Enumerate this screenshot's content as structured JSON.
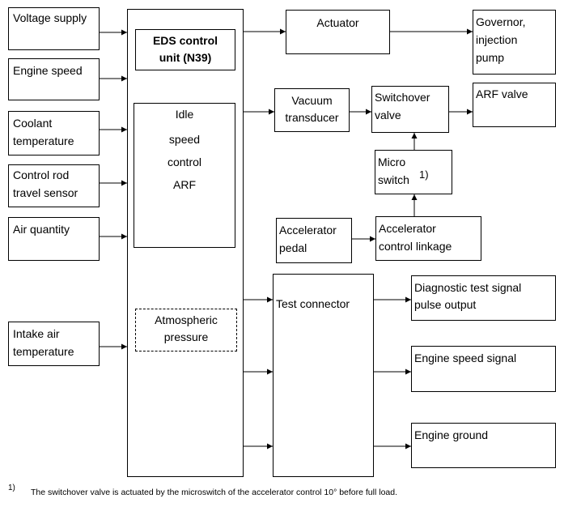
{
  "inputs": {
    "voltage_supply": "Voltage supply",
    "engine_speed": "Engine speed",
    "coolant_l1": "Coolant",
    "coolant_l2": "temperature",
    "control_rod_l1": "Control rod",
    "control_rod_l2": "travel sensor",
    "air_quantity": "Air quantity",
    "intake_air_l1": "Intake air",
    "intake_air_l2": "temperature"
  },
  "control_unit": {
    "title_l1": "EDS control",
    "title_l2": "unit (N39)",
    "idle_l1": "Idle",
    "idle_l2": "speed",
    "idle_l3": "control",
    "idle_l4": "ARF",
    "atmo_l1": "Atmospheric",
    "atmo_l2": "pressure"
  },
  "outputs": {
    "actuator": "Actuator",
    "governor_l1": "Governor,",
    "governor_l2": "injection",
    "governor_l3": "pump",
    "vacuum_l1": "Vacuum",
    "vacuum_l2": "transducer",
    "switchover_l1": "Switchover",
    "switchover_l2": "valve",
    "arf_valve": "ARF valve",
    "micro_l1": "Micro",
    "micro_l2": "switch",
    "micro_sup": "1)",
    "accel_pedal_l1": "Accelerator",
    "accel_pedal_l2": "pedal",
    "accel_link_l1": "Accelerator",
    "accel_link_l2": "control linkage",
    "test_connector": "Test connector",
    "diag_l1": "Diagnostic test signal",
    "diag_l2": "pulse output",
    "engine_speed_signal": "Engine speed signal",
    "engine_ground": "Engine ground"
  },
  "footnote": {
    "marker": "1)",
    "text": "The switchover valve is actuated by the microswitch of the accelerator control 10° before full load."
  }
}
